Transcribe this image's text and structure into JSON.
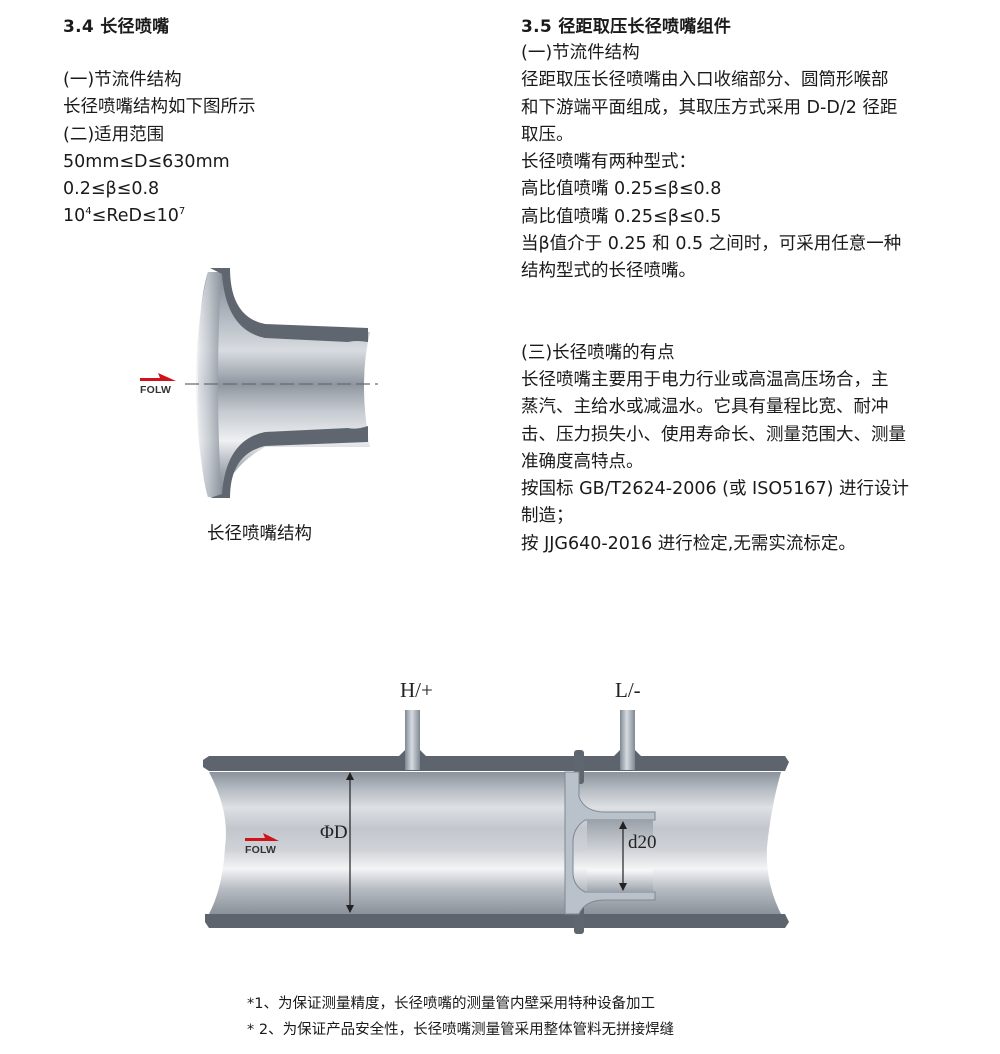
{
  "section_3_4": {
    "title": "3.4 长径喷嘴",
    "lines": [
      "(一)节流件结构",
      "长径喷嘴结构如下图所示",
      "(二)适用范围",
      "50mm≤D≤630mm",
      "0.2≤β≤0.8"
    ],
    "red_range": {
      "base_low": "10",
      "exp_low": "4",
      "middle": "≤ReD≤10",
      "exp_high": "7"
    },
    "figure": {
      "flow_label": "FOLW",
      "caption": "长径喷嘴结构"
    }
  },
  "section_3_5": {
    "title": "3.5 径距取压长径喷嘴组件",
    "part1_lines": [
      "(一)节流件结构",
      "径距取压长径喷嘴由入口收缩部分、圆筒形喉部",
      "和下游端平面组成，其取压方式采用 D-D/2 径距",
      "取压。",
      "长径喷嘴有两种型式：",
      "高比值喷嘴 0.25≤β≤0.8",
      "高比值喷嘴 0.25≤β≤0.5",
      "当β值介于 0.25 和 0.5 之间时，可采用任意一种",
      "结构型式的长径喷嘴。"
    ],
    "part3_lines": [
      "(三)长径喷嘴的有点",
      "长径喷嘴主要用于电力行业或高温高压场合，主",
      "蒸汽、主给水或减温水。它具有量程比宽、耐冲",
      "击、压力损失小、使用寿命长、测量范围大、测量",
      "准确度高特点。",
      "按国标 GB/T2624-2006 (或 ISO5167) 进行设计",
      "制造；",
      "按 JJG640-2016 进行检定,无需实流标定。"
    ]
  },
  "assembly_figure": {
    "high_tap": "H/+",
    "low_tap": "L/-",
    "pipe_diameter": "ΦD",
    "throat_diameter": "d20",
    "flow_label": "FOLW"
  },
  "notes": [
    "*1、为保证测量精度，长径喷嘴的测量管内壁采用特种设备加工",
    "* 2、为保证产品安全性，长径喷嘴测量管采用整体管料无拼接焊缝"
  ],
  "colors": {
    "text": "#1a1a1a",
    "steel_dark": "#5f6670",
    "steel_light": "#c9ced5",
    "arrow_red": "#d0121b"
  }
}
